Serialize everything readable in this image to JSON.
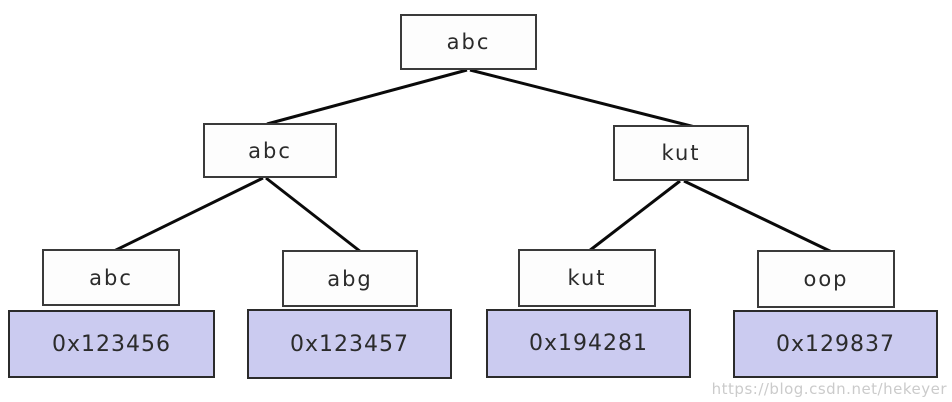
{
  "diagram": {
    "type": "binary-tree",
    "root": {
      "label": "abc"
    },
    "level2": [
      {
        "label": "abc"
      },
      {
        "label": "kut"
      }
    ],
    "leaves": [
      {
        "label": "abc",
        "address": "0x123456"
      },
      {
        "label": "abg",
        "address": "0x123457"
      },
      {
        "label": "kut",
        "address": "0x194281"
      },
      {
        "label": "oop",
        "address": "0x129837"
      }
    ],
    "colors": {
      "bg": "#ffffff",
      "node_fill": "#fdfdfd",
      "node_border": "#3a3a3a",
      "address_fill": "#cbcbf0",
      "address_border": "#2b2b2b",
      "line": "#0a0a0a",
      "text": "#2b2b2b",
      "watermark_color": "#cbcbcb"
    }
  },
  "watermark": "https://blog.csdn.net/hekeyer"
}
